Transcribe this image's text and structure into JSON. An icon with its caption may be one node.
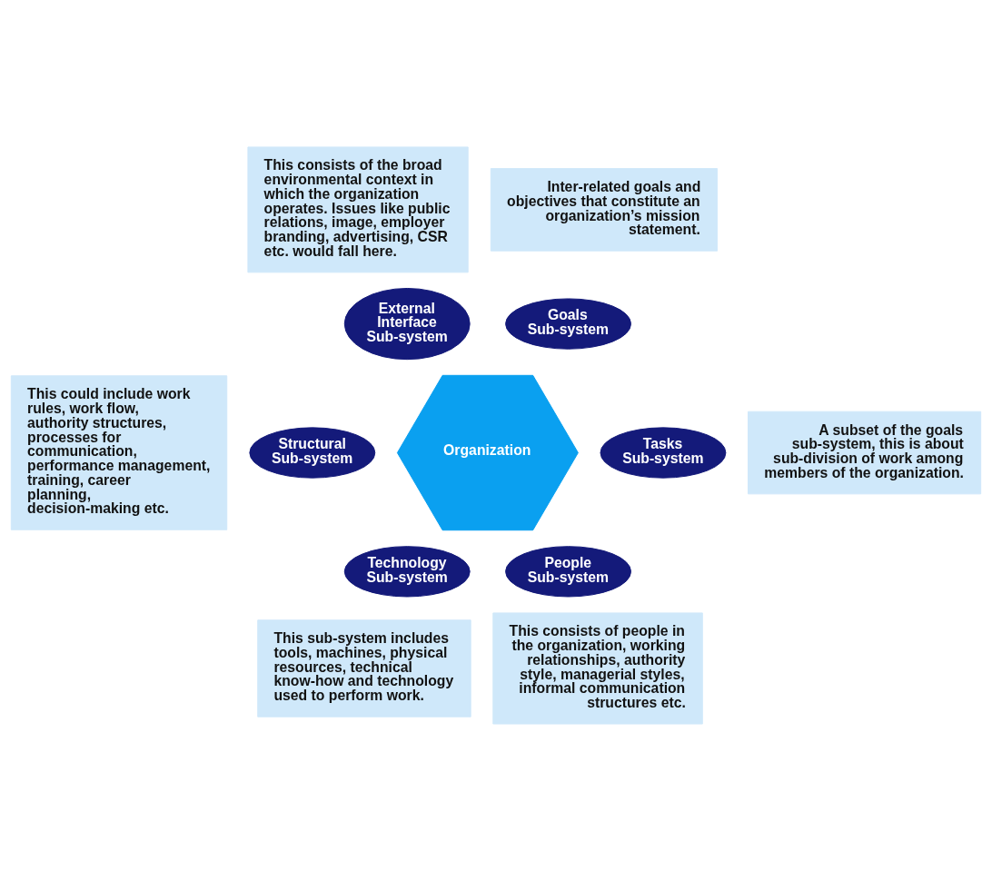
{
  "diagram": {
    "nodes": [
      {
        "text": [
          "This consists of the broad environmental context in which the organization operates. Issues like public relations, image, employer branding, advertising, CSR etc. would fall here."
        ]
      },
      {
        "text": [
          "Inter-related goals and objectives that constitute an organization’s mission statement."
        ]
      },
      {
        "text": [
          "External Interface Sub-system"
        ]
      },
      {
        "text": [
          "Goals Sub-system"
        ]
      },
      {
        "text": [
          "This could include work rules, work flow, authority structures, processes for communication, performance management, training, career planning, decision-making etc."
        ]
      },
      {
        "text": [
          "Structural Sub-system"
        ]
      },
      {
        "text": [
          "Organization"
        ]
      },
      {
        "text": [
          "Tasks Sub-system"
        ]
      },
      {
        "text": [
          "A subset of the goals sub-system, this is about sub-division of work among members of the organization."
        ]
      },
      {
        "text": [
          "Technology Sub-system"
        ]
      },
      {
        "text": [
          "People Sub-system"
        ]
      },
      {
        "text": [
          "This sub-system includes tools, machines, physical resources, technical know-how and technology used to perform work."
        ]
      },
      {
        "text": [
          "This consists of people in the organization, working relationships, authority style, managerial styles, informal communication structures etc."
        ]
      }
    ],
    "edges": []
  }
}
